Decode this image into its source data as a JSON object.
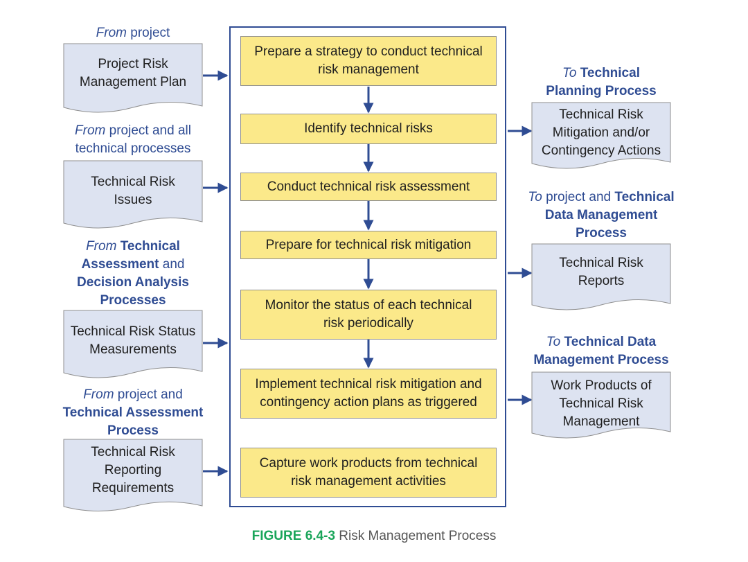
{
  "inputs": [
    {
      "label": {
        "from": "From",
        "rest": " project"
      },
      "doc": [
        "Project Risk",
        "Management Plan"
      ]
    },
    {
      "label": {
        "from": "From",
        "rest": " project and all",
        "line2": "technical processes"
      },
      "doc": [
        "Technical Risk",
        "Issues"
      ]
    },
    {
      "label": {
        "from": "From",
        "bold1": "Technical",
        "bold2": "Assessment",
        "and": " and",
        "bold3": "Decision Analysis",
        "bold4": "Processes"
      },
      "doc": [
        "Technical Risk Status",
        "Measurements"
      ]
    },
    {
      "label": {
        "from": "From",
        "rest": " project and",
        "bold1": "Technical Assessment",
        "bold2": "Process"
      },
      "doc": [
        "Technical Risk",
        "Reporting",
        "Requirements"
      ]
    }
  ],
  "steps": [
    [
      "Prepare a strategy to conduct technical",
      "risk management"
    ],
    [
      "Identify technical risks"
    ],
    [
      "Conduct technical risk assessment"
    ],
    [
      "Prepare for technical risk mitigation"
    ],
    [
      "Monitor the status of each technical",
      "risk periodically"
    ],
    [
      "Implement technical risk mitigation and",
      "contingency action plans as triggered"
    ],
    [
      "Capture work products from technical",
      "risk management activities"
    ]
  ],
  "outputs": [
    {
      "label": {
        "to": "To",
        "bold1": "Technical",
        "bold2": "Planning Process"
      },
      "doc": [
        "Technical Risk",
        "Mitigation and/or",
        "Contingency Actions"
      ]
    },
    {
      "label": {
        "to": "To",
        "rest": " project and",
        "bold1": "Technical",
        "bold2": "Data Management",
        "bold3": "Process"
      },
      "doc": [
        "Technical Risk",
        "Reports"
      ]
    },
    {
      "label": {
        "to": "To",
        "bold1": "Technical Data",
        "bold2": "Management Process"
      },
      "doc": [
        "Work Products of",
        "Technical Risk",
        "Management"
      ]
    }
  ],
  "caption": {
    "number": "FIGURE 6.4-3",
    "title": "Risk Management Process"
  },
  "colors": {
    "accent": "#2f4c93",
    "step_fill": "#fbe98a",
    "doc_fill": "#dde3f1",
    "caption_number": "#1aa55a"
  }
}
